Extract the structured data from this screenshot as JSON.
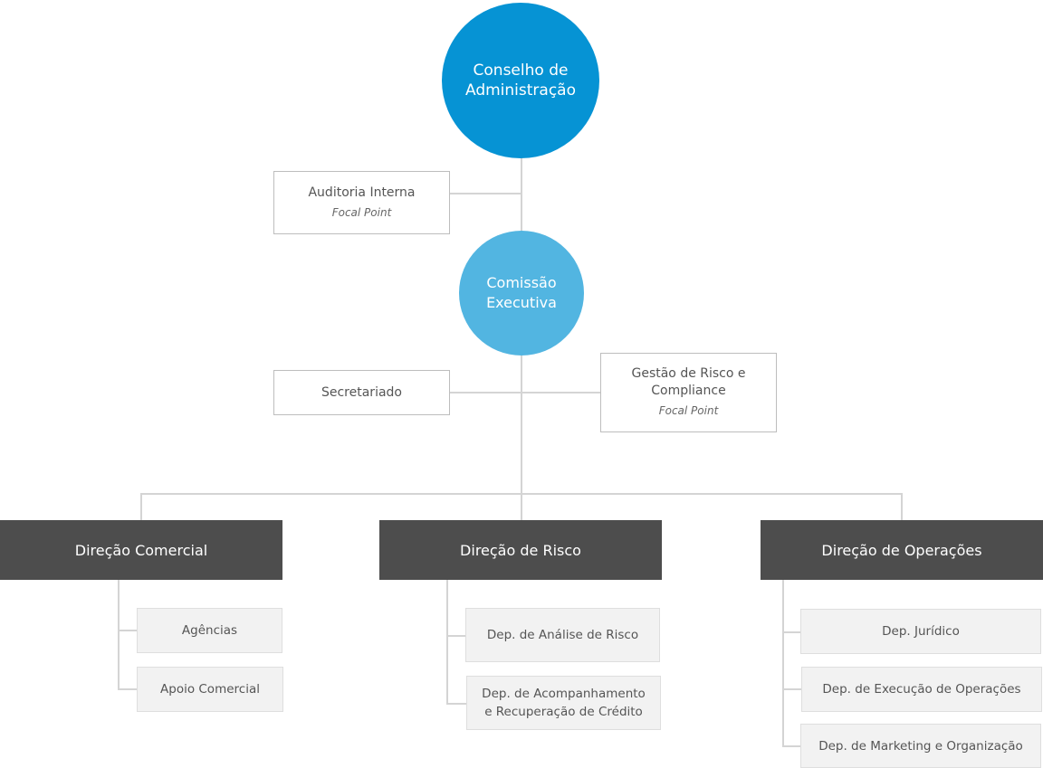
{
  "colors": {
    "board_circle": "#0693d4",
    "committee_circle": "#52b5e1",
    "direction_box": "#4d4d4d",
    "connector": "#d4d4d4",
    "department_box": "#f2f2f2"
  },
  "board": {
    "line1": "Conselho de",
    "line2": "Administração"
  },
  "internal_audit": {
    "title": "Auditoria Interna",
    "subtitle": "Focal Point"
  },
  "committee": {
    "line1": "Comissão",
    "line2": "Executiva"
  },
  "secretariat": {
    "title": "Secretariado"
  },
  "risk_compliance": {
    "line1": "Gestão de Risco e",
    "line2": "Compliance",
    "subtitle": "Focal Point"
  },
  "directions": {
    "commercial": {
      "title": "Direção Comercial",
      "departments": [
        "Agências",
        "Apoio Comercial"
      ]
    },
    "risk": {
      "title": "Direção de Risco",
      "dept1": "Dep. de Análise de Risco",
      "dept2_line1": "Dep. de Acompanhamento",
      "dept2_line2": "e Recuperação de Crédito"
    },
    "operations": {
      "title": "Direção de Operações",
      "departments": [
        "Dep. Jurídico",
        "Dep. de Execução de Operações",
        "Dep. de Marketing e Organização"
      ]
    }
  }
}
